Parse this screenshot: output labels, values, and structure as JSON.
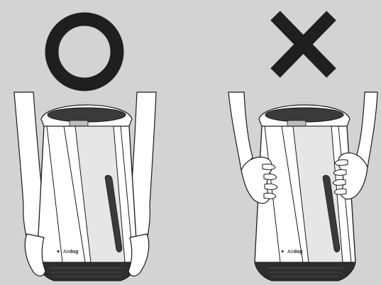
{
  "illustration": {
    "background": "#d3d3d3",
    "correct_panel": {
      "mark": "circle",
      "meaning": "correct",
      "method": "hands-under-base"
    },
    "incorrect_panel": {
      "mark": "cross",
      "meaning": "incorrect",
      "method": "hands-on-sides"
    },
    "product": {
      "brand_prefix": "Air",
      "brand_suffix": "dog",
      "logo_icon": "dog-paw-icon"
    },
    "colors": {
      "mark": "#1f1f1f",
      "outline": "#1a1a1a",
      "body_fill": "#ffffff",
      "panel_fill": "#e6e6e6",
      "top_fill": "#cfcfcf",
      "dark_fill": "#3a3a3a"
    }
  }
}
